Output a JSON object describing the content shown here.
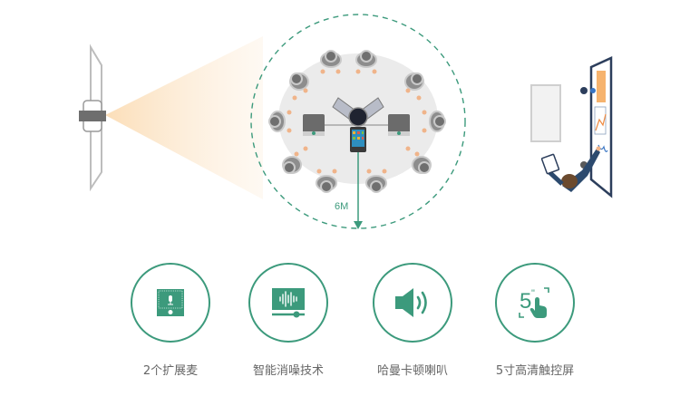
{
  "diagram": {
    "distance_label": "6M",
    "colors": {
      "accent": "#3c9a7c",
      "dashed_circle": "#3c9a7c",
      "beam": "#fbe3c3",
      "table": "#e9e9e9",
      "device_gray": "#6b6b6b",
      "whiteboard_frame": "#2c3e5c"
    }
  },
  "features": [
    {
      "icon": "expansion-mic-icon",
      "label": "2个扩展麦"
    },
    {
      "icon": "noise-cancel-icon",
      "label": "智能消噪技术"
    },
    {
      "icon": "speaker-icon",
      "label": "哈曼卡顿喇叭"
    },
    {
      "icon": "touchscreen-icon",
      "label": "5寸高清触控屏",
      "icon_text": "5\""
    }
  ]
}
